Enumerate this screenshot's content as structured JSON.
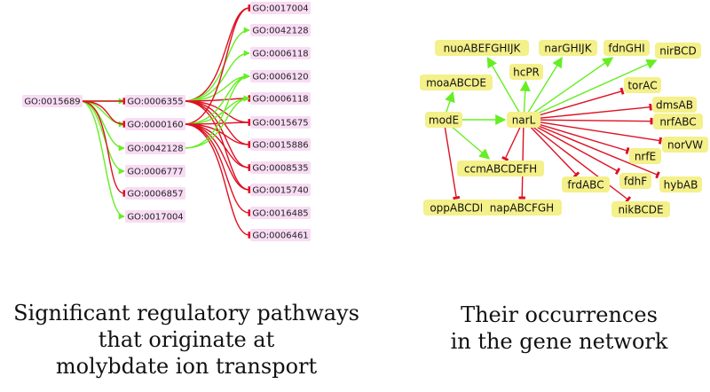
{
  "colors": {
    "activation": "#66ee22",
    "inhibition": "#dd1122",
    "go_node_fill": "#f8dcf4",
    "gene_node_fill": "#f4f08a"
  },
  "pathways": {
    "nodes": [
      {
        "id": "g15689",
        "label": "GO:0015689"
      },
      {
        "id": "g6355",
        "label": "GO:0006355"
      },
      {
        "id": "g160",
        "label": "GO:0000160"
      },
      {
        "id": "g42128a",
        "label": "GO:0042128"
      },
      {
        "id": "g6777",
        "label": "GO:0006777"
      },
      {
        "id": "g6857",
        "label": "GO:0006857"
      },
      {
        "id": "g17004a",
        "label": "GO:0017004"
      },
      {
        "id": "r17004",
        "label": "GO:0017004"
      },
      {
        "id": "r42128",
        "label": "GO:0042128"
      },
      {
        "id": "r6118a",
        "label": "GO:0006118"
      },
      {
        "id": "r6120",
        "label": "GO:0006120"
      },
      {
        "id": "r6118b",
        "label": "GO:0006118"
      },
      {
        "id": "r15675",
        "label": "GO:0015675"
      },
      {
        "id": "r15886",
        "label": "GO:0015886"
      },
      {
        "id": "r8535",
        "label": "GO:0008535"
      },
      {
        "id": "r15740",
        "label": "GO:0015740"
      },
      {
        "id": "r16485",
        "label": "GO:0016485"
      },
      {
        "id": "r6461",
        "label": "GO:0006461"
      }
    ],
    "edges": [
      {
        "from": "g15689",
        "to": "g6355",
        "type": "activation"
      },
      {
        "from": "g15689",
        "to": "g160",
        "type": "activation"
      },
      {
        "from": "g15689",
        "to": "g42128a",
        "type": "activation"
      },
      {
        "from": "g15689",
        "to": "g6777",
        "type": "activation"
      },
      {
        "from": "g15689",
        "to": "g17004a",
        "type": "activation"
      },
      {
        "from": "g15689",
        "to": "g6355",
        "type": "inhibition"
      },
      {
        "from": "g15689",
        "to": "g160",
        "type": "inhibition"
      },
      {
        "from": "g15689",
        "to": "g6857",
        "type": "inhibition"
      },
      {
        "from": "g6355",
        "to": "r17004",
        "type": "inhibition"
      },
      {
        "from": "g6355",
        "to": "r42128",
        "type": "activation"
      },
      {
        "from": "g6355",
        "to": "r6118a",
        "type": "activation"
      },
      {
        "from": "g6355",
        "to": "r6120",
        "type": "activation"
      },
      {
        "from": "g6355",
        "to": "r6118b",
        "type": "inhibition"
      },
      {
        "from": "g6355",
        "to": "r15675",
        "type": "inhibition"
      },
      {
        "from": "g6355",
        "to": "r15886",
        "type": "inhibition"
      },
      {
        "from": "g6355",
        "to": "r8535",
        "type": "inhibition"
      },
      {
        "from": "g6355",
        "to": "r15740",
        "type": "inhibition"
      },
      {
        "from": "g160",
        "to": "r17004",
        "type": "inhibition"
      },
      {
        "from": "g160",
        "to": "r6118b",
        "type": "activation"
      },
      {
        "from": "g160",
        "to": "r6120",
        "type": "activation"
      },
      {
        "from": "g160",
        "to": "r15675",
        "type": "inhibition"
      },
      {
        "from": "g160",
        "to": "r15886",
        "type": "inhibition"
      },
      {
        "from": "g160",
        "to": "r8535",
        "type": "inhibition"
      },
      {
        "from": "g160",
        "to": "r15740",
        "type": "inhibition"
      },
      {
        "from": "g160",
        "to": "r16485",
        "type": "inhibition"
      },
      {
        "from": "g160",
        "to": "r6461",
        "type": "inhibition"
      },
      {
        "from": "g42128a",
        "to": "r6118b",
        "type": "activation"
      },
      {
        "from": "g42128a",
        "to": "r6120",
        "type": "activation"
      }
    ]
  },
  "gene_network": {
    "nodes": [
      {
        "id": "nuo",
        "label": "nuoABEFGHIJK"
      },
      {
        "id": "nar",
        "label": "narGHIJK"
      },
      {
        "id": "fdn",
        "label": "fdnGHI"
      },
      {
        "id": "nir",
        "label": "nirBCD"
      },
      {
        "id": "hcp",
        "label": "hcPR"
      },
      {
        "id": "moa",
        "label": "moaABCDE"
      },
      {
        "id": "tor",
        "label": "torAC"
      },
      {
        "id": "dms",
        "label": "dmsAB"
      },
      {
        "id": "modE",
        "label": "modE"
      },
      {
        "id": "narL",
        "label": "narL"
      },
      {
        "id": "nrf",
        "label": "nrfABC"
      },
      {
        "id": "norV",
        "label": "norVW"
      },
      {
        "id": "nrfE",
        "label": "nrfE"
      },
      {
        "id": "ccm",
        "label": "ccmABCDEFH"
      },
      {
        "id": "frd",
        "label": "frdABC"
      },
      {
        "id": "fdhF",
        "label": "fdhF"
      },
      {
        "id": "hyb",
        "label": "hybAB"
      },
      {
        "id": "opp",
        "label": "oppABCDF"
      },
      {
        "id": "nap",
        "label": "napABCFGH"
      },
      {
        "id": "nik",
        "label": "nikBCDE"
      }
    ],
    "edges": [
      {
        "from": "modE",
        "to": "narL",
        "type": "activation"
      },
      {
        "from": "modE",
        "to": "moa",
        "type": "activation"
      },
      {
        "from": "modE",
        "to": "ccm",
        "type": "activation"
      },
      {
        "from": "modE",
        "to": "opp",
        "type": "inhibition"
      },
      {
        "from": "narL",
        "to": "nuo",
        "type": "activation"
      },
      {
        "from": "narL",
        "to": "nar",
        "type": "activation"
      },
      {
        "from": "narL",
        "to": "fdn",
        "type": "activation"
      },
      {
        "from": "narL",
        "to": "nir",
        "type": "activation"
      },
      {
        "from": "narL",
        "to": "hcp",
        "type": "activation"
      },
      {
        "from": "narL",
        "to": "tor",
        "type": "inhibition"
      },
      {
        "from": "narL",
        "to": "dms",
        "type": "inhibition"
      },
      {
        "from": "narL",
        "to": "nrf",
        "type": "inhibition"
      },
      {
        "from": "narL",
        "to": "norV",
        "type": "inhibition"
      },
      {
        "from": "narL",
        "to": "nrfE",
        "type": "inhibition"
      },
      {
        "from": "narL",
        "to": "hyb",
        "type": "inhibition"
      },
      {
        "from": "narL",
        "to": "fdhF",
        "type": "inhibition"
      },
      {
        "from": "narL",
        "to": "nik",
        "type": "inhibition"
      },
      {
        "from": "narL",
        "to": "frd",
        "type": "inhibition"
      },
      {
        "from": "narL",
        "to": "nap",
        "type": "inhibition"
      },
      {
        "from": "narL",
        "to": "ccm",
        "type": "inhibition"
      }
    ]
  },
  "captions": {
    "left": "Significant regulatory pathways\nthat originate at\nmolybdate ion transport",
    "right": "Their occurrences\nin the gene network"
  }
}
